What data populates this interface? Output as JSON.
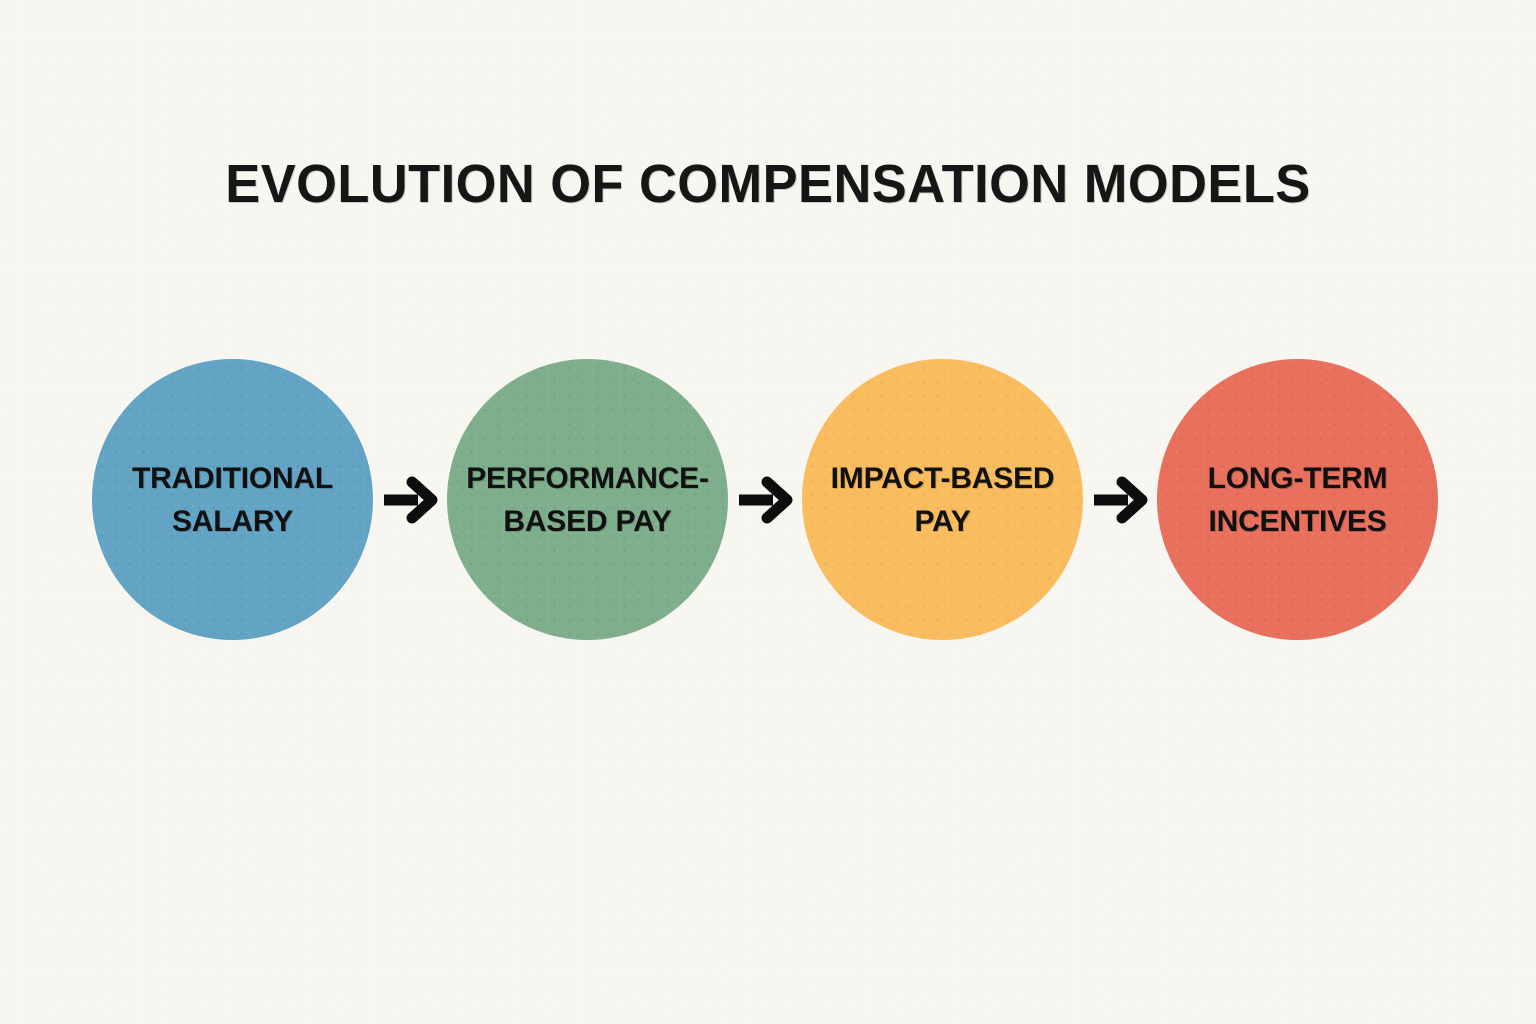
{
  "page": {
    "title": "EVOLUTION OF COMPENSATION MODELS",
    "background_color": "#f8f6f0",
    "text_color": "#111111"
  },
  "diagram": {
    "type": "horizontal-flow",
    "arrow_color": "#0d0d0d",
    "arrow_icon_name": "arrow-right-icon",
    "nodes": [
      {
        "id": "traditional-salary",
        "label": "TRADITIONAL SALARY",
        "line1": "TRADITIONAL",
        "line2": "SALARY",
        "color": "#63a3c4",
        "order": 1
      },
      {
        "id": "performance-based-pay",
        "label": "PERFORMANCE-BASED PAY",
        "line1": "PERFORMANCE-",
        "line2": "BASED PAY",
        "color": "#7fae8d",
        "order": 2
      },
      {
        "id": "impact-based-pay",
        "label": "IMPACT-BASED PAY",
        "line1": "IMPACT-BASED",
        "line2": "PAY",
        "color": "#f9bc5e",
        "order": 3
      },
      {
        "id": "long-term-incentives",
        "label": "LONG-TERM INCENTIVES",
        "line1": "LONG-TERM",
        "line2": "INCENTIVES",
        "color": "#e8705c",
        "order": 4
      }
    ]
  }
}
